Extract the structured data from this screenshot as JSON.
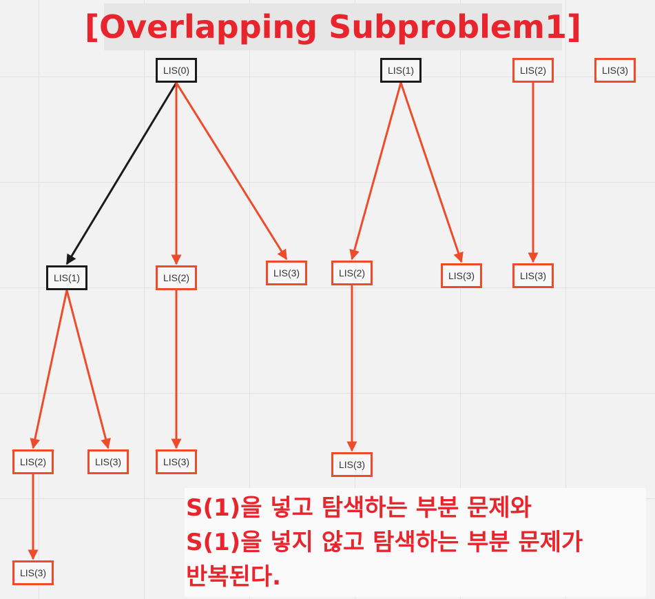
{
  "title": "[Overlapping Subproblem1]",
  "colors": {
    "accent": "#ee4b2b",
    "title": "#e8242c",
    "black": "#1a1a1a"
  },
  "nodes": [
    {
      "id": "n0",
      "label": "LIS(0)",
      "border": "black"
    },
    {
      "id": "n1",
      "label": "LIS(1)",
      "border": "black"
    },
    {
      "id": "n2",
      "label": "LIS(2)",
      "border": "red"
    },
    {
      "id": "n3",
      "label": "LIS(3)",
      "border": "red"
    },
    {
      "id": "a1",
      "label": "LIS(1)",
      "border": "black"
    },
    {
      "id": "a2",
      "label": "LIS(2)",
      "border": "red"
    },
    {
      "id": "a3",
      "label": "LIS(3)",
      "border": "red"
    },
    {
      "id": "b2",
      "label": "LIS(2)",
      "border": "red"
    },
    {
      "id": "b3",
      "label": "LIS(3)",
      "border": "red"
    },
    {
      "id": "c3",
      "label": "LIS(3)",
      "border": "red"
    },
    {
      "id": "d2",
      "label": "LIS(2)",
      "border": "red"
    },
    {
      "id": "d3",
      "label": "LIS(3)",
      "border": "red"
    },
    {
      "id": "e3",
      "label": "LIS(3)",
      "border": "red"
    },
    {
      "id": "f3",
      "label": "LIS(3)",
      "border": "red"
    },
    {
      "id": "g3",
      "label": "LIS(3)",
      "border": "red"
    }
  ],
  "edges": [
    {
      "from": "n0",
      "to": "a1",
      "color": "black"
    },
    {
      "from": "n0",
      "to": "a2",
      "color": "red"
    },
    {
      "from": "n0",
      "to": "a3",
      "color": "red"
    },
    {
      "from": "n1",
      "to": "b2",
      "color": "red"
    },
    {
      "from": "n1",
      "to": "b3",
      "color": "red"
    },
    {
      "from": "n2",
      "to": "c3",
      "color": "red"
    },
    {
      "from": "a1",
      "to": "d2",
      "color": "red"
    },
    {
      "from": "a1",
      "to": "d3",
      "color": "red"
    },
    {
      "from": "a2",
      "to": "e3",
      "color": "red"
    },
    {
      "from": "b2",
      "to": "f3",
      "color": "red"
    },
    {
      "from": "d2",
      "to": "g3",
      "color": "red"
    }
  ],
  "note": {
    "lines": [
      "S(1)을 넣고 탐색하는 부분 문제와",
      "S(1)을 넣지 않고 탐색하는 부분 문제가",
      "반복된다."
    ]
  }
}
